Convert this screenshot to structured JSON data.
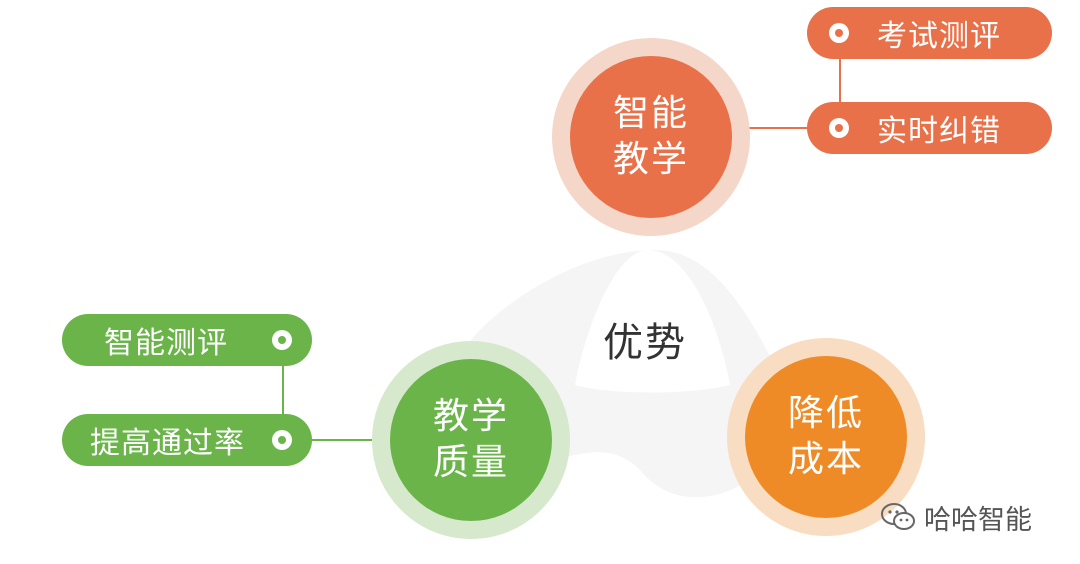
{
  "center": {
    "label": "优势"
  },
  "nodes": {
    "teaching": {
      "line1": "智能",
      "line2": "教学",
      "color": "#e8714a",
      "halo": "#f5d7ca"
    },
    "quality": {
      "line1": "教学",
      "line2": "质量",
      "color": "#6ab44a",
      "halo": "#d7e9cd"
    },
    "cost": {
      "line1": "降低",
      "line2": "成本",
      "color": "#ef8b27",
      "halo": "#f8ddc2"
    }
  },
  "branches": {
    "teaching": [
      "考试测评",
      "实时纠错"
    ],
    "quality": [
      "智能测评",
      "提高通过率"
    ]
  },
  "brand": {
    "name": "哈哈智能",
    "icon": "wechat-icon"
  }
}
